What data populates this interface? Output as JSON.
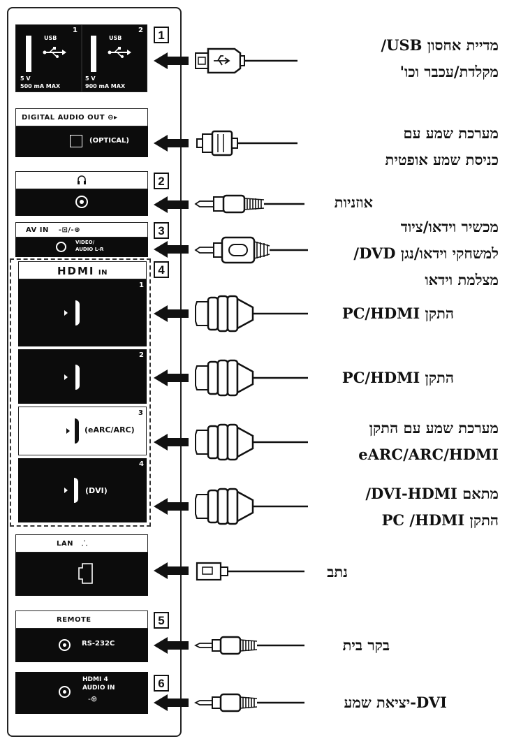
{
  "panel_numbers": [
    "1",
    "2",
    "3",
    "4",
    "5",
    "6"
  ],
  "ports": {
    "usb1": {
      "label": "USB",
      "num": "1",
      "voltage": "5 V",
      "current": "500 mA MAX"
    },
    "usb2": {
      "label": "USB",
      "num": "2",
      "voltage": "5 V",
      "current": "900 mA MAX"
    },
    "digital_audio": {
      "title": "DIGITAL AUDIO OUT",
      "sub": "(OPTICAL)"
    },
    "headphones": {
      "icon": "headphones-icon"
    },
    "av_in": {
      "title": "AV IN",
      "sub_line1": "VIDEO/",
      "sub_line2": "AUDIO L-R"
    },
    "hdmi_header": {
      "logo": "HDMI",
      "suffix": "IN"
    },
    "hdmi1": {
      "num": "1",
      "label": ""
    },
    "hdmi2": {
      "num": "2",
      "label": ""
    },
    "hdmi3": {
      "num": "3",
      "label": "(eARC/ARC)"
    },
    "hdmi4": {
      "num": "4",
      "label": "(DVI)"
    },
    "lan": {
      "title": "LAN"
    },
    "remote": {
      "title": "REMOTE",
      "sub": "RS-232C"
    },
    "hdmi4_audio": {
      "line1": "HDMI 4",
      "line2": "AUDIO IN"
    }
  },
  "labels": {
    "usb": [
      "מדיית אחסון USB/",
      "מקלדת/עכבר וכו'"
    ],
    "optical": [
      "מערכת שמע עם",
      "כניסת שמע אופטית"
    ],
    "headphones": [
      "אוזניות"
    ],
    "av": [
      "מכשיר וידאו/ציוד",
      "למשחקי וידאו/נגן DVD/",
      "מצלמת וידאו"
    ],
    "hdmi1": [
      "התקן PC/HDMI"
    ],
    "hdmi2": [
      "התקן PC/HDMI"
    ],
    "hdmi3": [
      "מערכת שמע עם התקן",
      "eARC/ARC/HDMI"
    ],
    "hdmi4": [
      "מתאם DVI-HDMI/",
      "התקן PC /HDMI"
    ],
    "lan": [
      "נתב"
    ],
    "remote": [
      "בקר בית"
    ],
    "dvi_audio": [
      "DVI-יציאת שמע"
    ]
  }
}
